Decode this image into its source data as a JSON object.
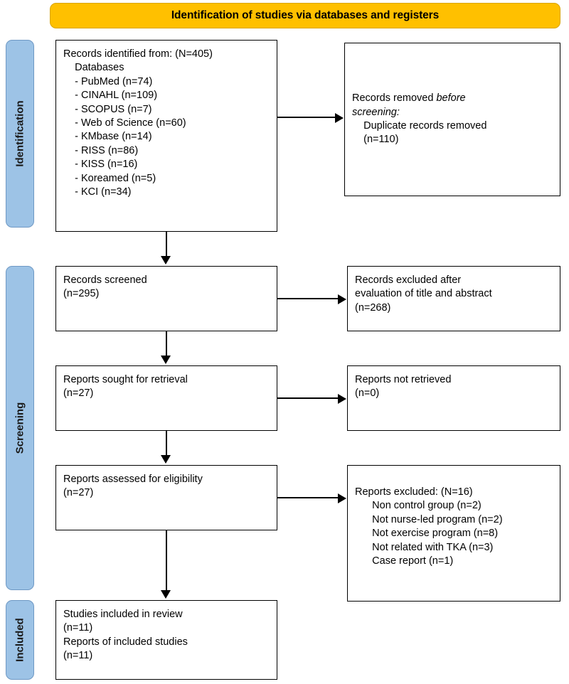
{
  "banner": {
    "title": "Identification of studies via databases and registers"
  },
  "stages": [
    {
      "key": "identification",
      "label": "Identification"
    },
    {
      "key": "screening",
      "label": "Screening"
    },
    {
      "key": "included",
      "label": "Included"
    }
  ],
  "boxes": {
    "identified": {
      "text": "Records identified from: (N=405)\n    Databases\n    - PubMed (n=74)\n    - CINAHL (n=109)\n    - SCOPUS (n=7)\n    - Web of Science (n=60)\n    - KMbase (n=14)\n    - RISS (n=86)\n    - KISS (n=16)\n    - Koreamed (n=5)\n    - KCI (n=34)"
    },
    "removed": {
      "line1_prefix": "Records removed ",
      "line1_italic": "before",
      "line2_italic": "screening:",
      "line3": "    Duplicate records removed\n    (n=110)"
    },
    "screened": {
      "text": "Records screened\n(n=295)"
    },
    "excluded_title_abstract": {
      "text": "Records excluded after\nevaluation of title and abstract\n(n=268)"
    },
    "sought": {
      "text": "Reports sought for retrieval\n(n=27)"
    },
    "not_retrieved": {
      "text": "Reports not retrieved\n(n=0)"
    },
    "assessed": {
      "text": "Reports assessed for eligibility\n(n=27)"
    },
    "excluded_eligibility": {
      "text": "Reports excluded: (N=16)\n      Non control group (n=2)\n      Not nurse-led program (n=2)\n      Not exercise program (n=8)\n      Not related with TKA (n=3)\n      Case report (n=1)"
    },
    "included": {
      "text": "Studies included in review\n(n=11)\nReports of included studies\n(n=11)"
    }
  },
  "chart_data": {
    "type": "diagram",
    "title": "PRISMA flow diagram — Identification of studies via databases and registers",
    "stages": [
      "Identification",
      "Screening",
      "Included"
    ],
    "nodes": [
      {
        "id": "identified",
        "stage": "Identification",
        "label": "Records identified from",
        "total": 405,
        "breakdown": [
          {
            "source": "PubMed",
            "n": 74
          },
          {
            "source": "CINAHL",
            "n": 109
          },
          {
            "source": "SCOPUS",
            "n": 7
          },
          {
            "source": "Web of Science",
            "n": 60
          },
          {
            "source": "KMbase",
            "n": 14
          },
          {
            "source": "RISS",
            "n": 86
          },
          {
            "source": "KISS",
            "n": 16
          },
          {
            "source": "Koreamed",
            "n": 5
          },
          {
            "source": "KCI",
            "n": 34
          }
        ]
      },
      {
        "id": "removed",
        "stage": "Identification",
        "label": "Duplicate records removed before screening",
        "n": 110
      },
      {
        "id": "screened",
        "stage": "Screening",
        "label": "Records screened",
        "n": 295
      },
      {
        "id": "excluded_title_abstract",
        "stage": "Screening",
        "label": "Records excluded after evaluation of title and abstract",
        "n": 268
      },
      {
        "id": "sought",
        "stage": "Screening",
        "label": "Reports sought for retrieval",
        "n": 27
      },
      {
        "id": "not_retrieved",
        "stage": "Screening",
        "label": "Reports not retrieved",
        "n": 0
      },
      {
        "id": "assessed",
        "stage": "Screening",
        "label": "Reports assessed for eligibility",
        "n": 27
      },
      {
        "id": "excluded_eligibility",
        "stage": "Screening",
        "label": "Reports excluded",
        "total": 16,
        "breakdown": [
          {
            "reason": "Non control group",
            "n": 2
          },
          {
            "reason": "Not nurse-led program",
            "n": 2
          },
          {
            "reason": "Not exercise program",
            "n": 8
          },
          {
            "reason": "Not related with TKA",
            "n": 3
          },
          {
            "reason": "Case report",
            "n": 1
          }
        ]
      },
      {
        "id": "included_studies",
        "stage": "Included",
        "label": "Studies included in review",
        "n": 11
      },
      {
        "id": "included_reports",
        "stage": "Included",
        "label": "Reports of included studies",
        "n": 11
      }
    ],
    "edges": [
      {
        "from": "identified",
        "to": "removed",
        "direction": "right"
      },
      {
        "from": "identified",
        "to": "screened",
        "direction": "down"
      },
      {
        "from": "screened",
        "to": "excluded_title_abstract",
        "direction": "right"
      },
      {
        "from": "screened",
        "to": "sought",
        "direction": "down"
      },
      {
        "from": "sought",
        "to": "not_retrieved",
        "direction": "right"
      },
      {
        "from": "sought",
        "to": "assessed",
        "direction": "down"
      },
      {
        "from": "assessed",
        "to": "excluded_eligibility",
        "direction": "right"
      },
      {
        "from": "assessed",
        "to": "included_studies",
        "direction": "down"
      }
    ],
    "colors": {
      "banner": "#FFC000",
      "stage_rail": "#9DC3E6",
      "box_border": "#000000",
      "background": "#FFFFFF"
    }
  }
}
